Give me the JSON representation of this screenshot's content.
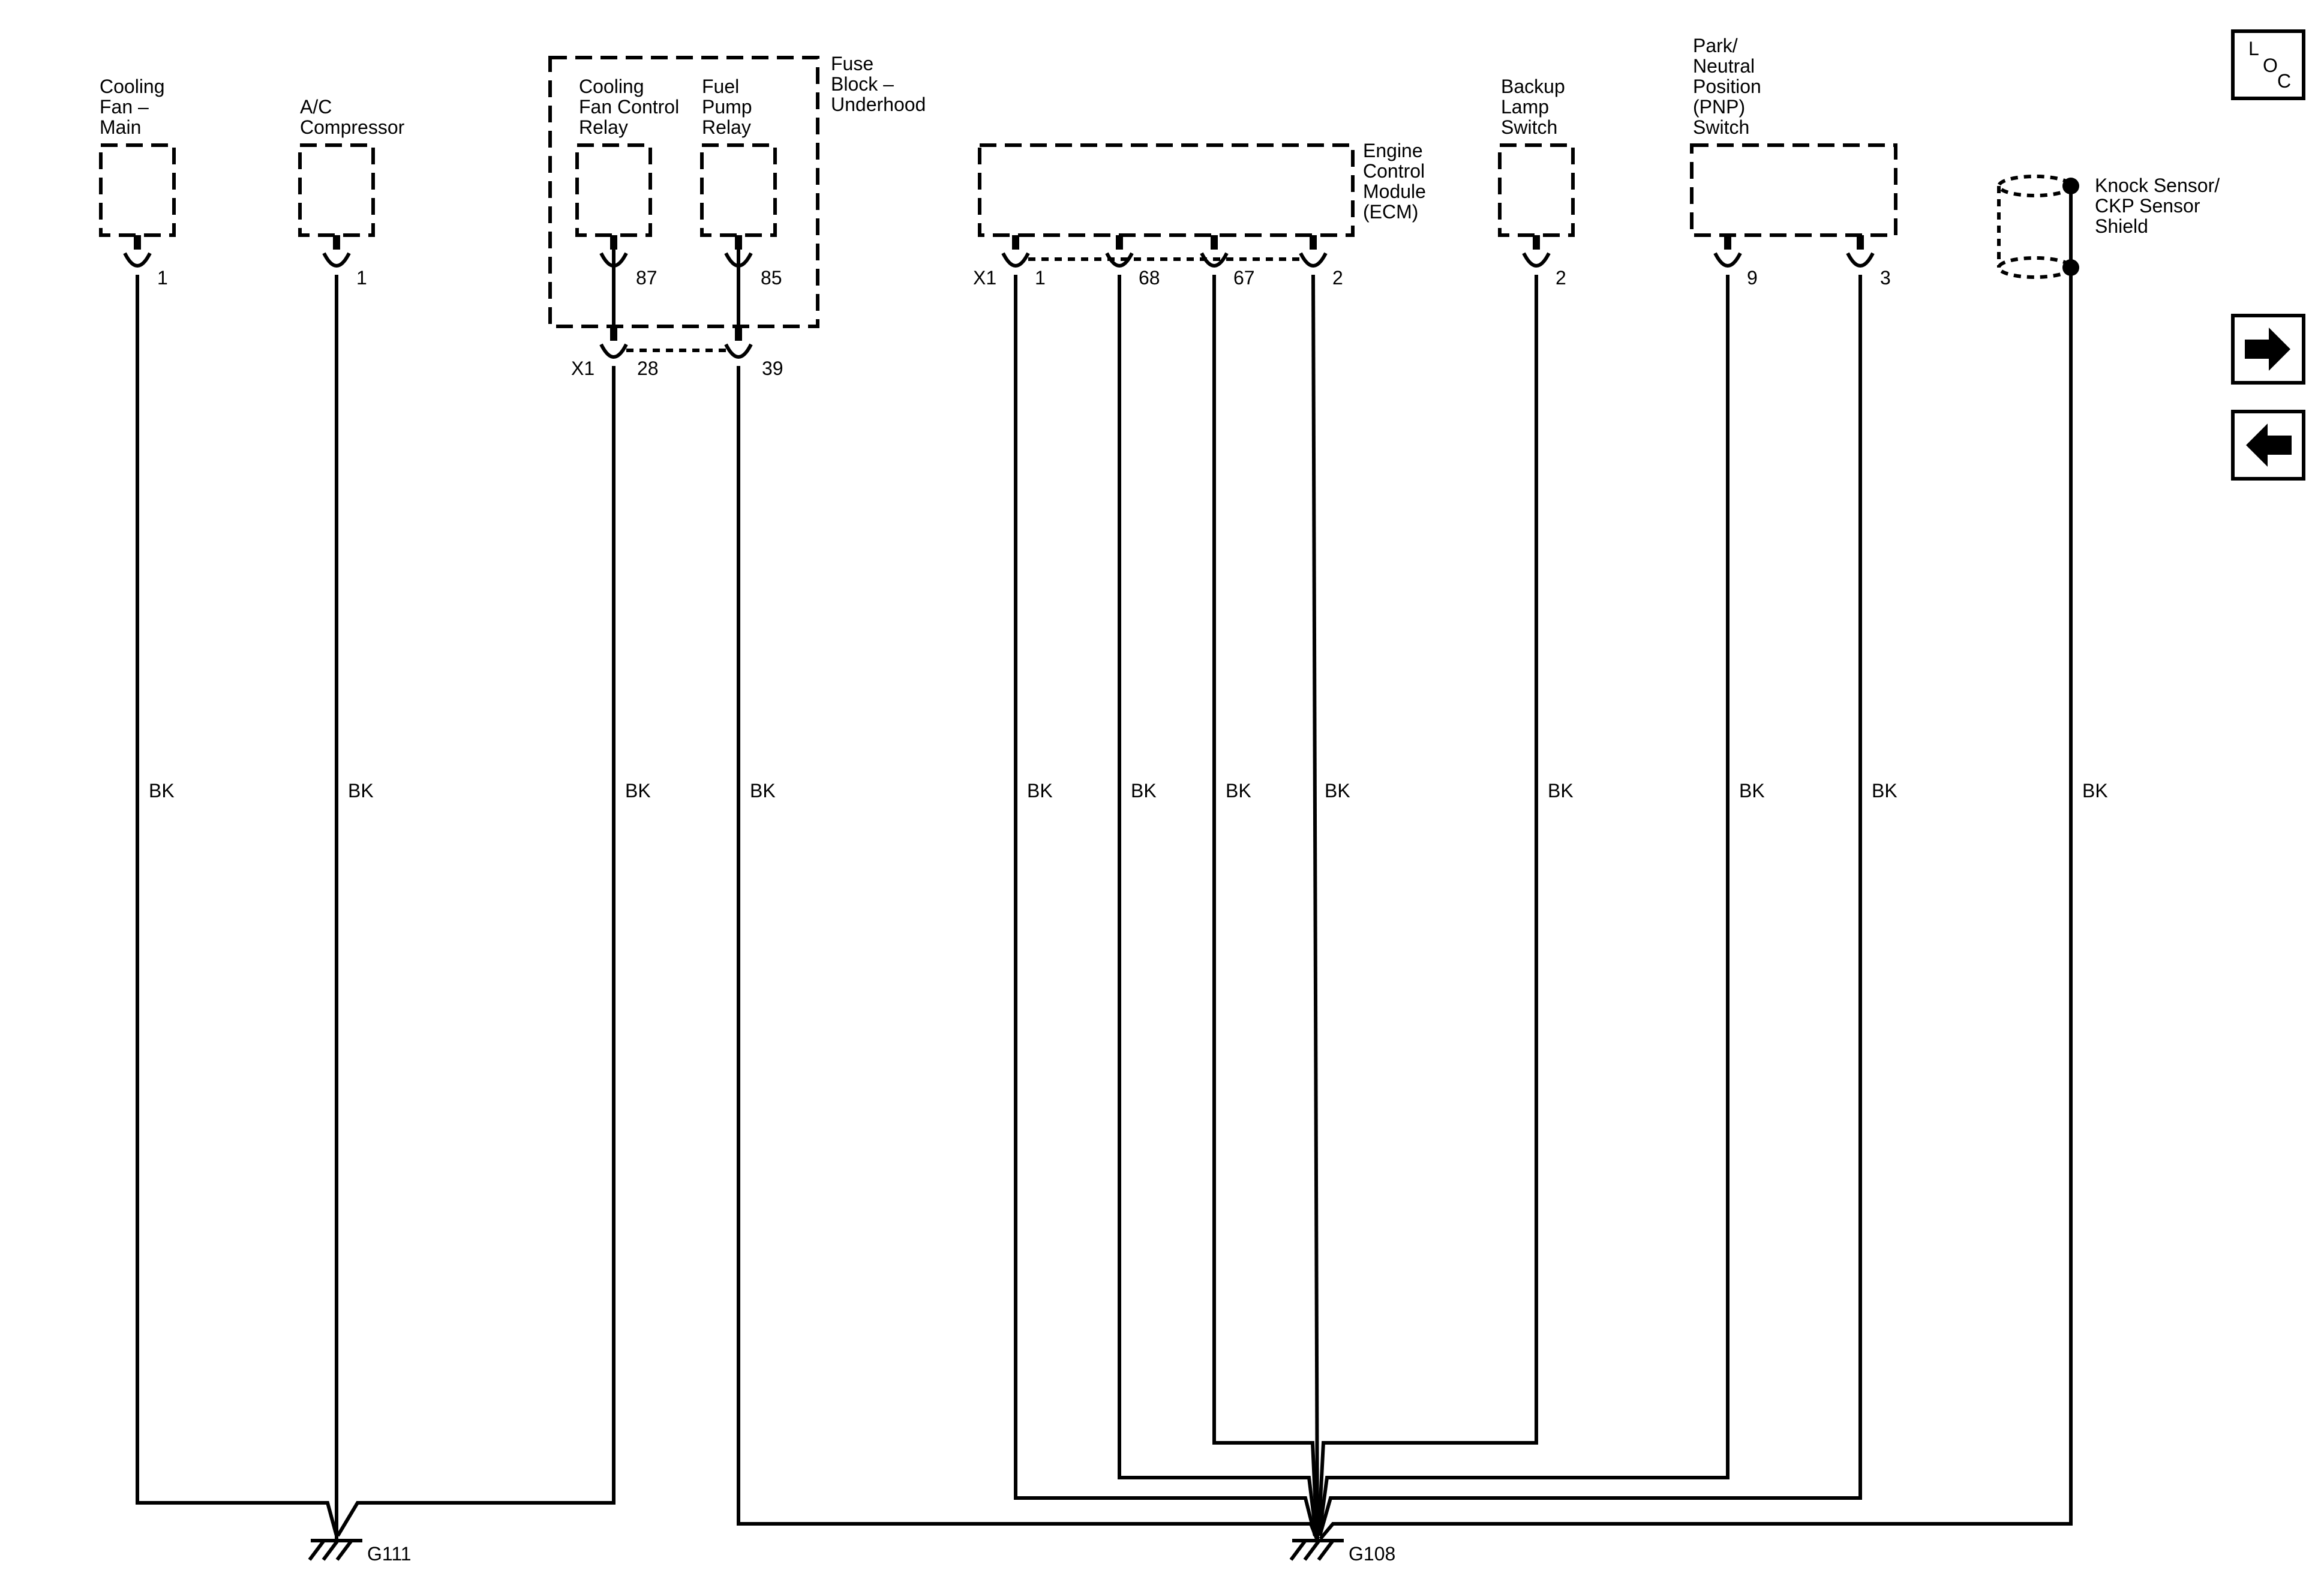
{
  "components": {
    "cooling_fan_main": [
      "Cooling",
      "Fan –",
      "Main"
    ],
    "ac_compressor": [
      "A/C",
      "Compressor"
    ],
    "cooling_fan_control_relay": [
      "Cooling",
      "Fan Control",
      "Relay"
    ],
    "fuel_pump_relay": [
      "Fuel",
      "Pump",
      "Relay"
    ],
    "fuse_block": [
      "Fuse",
      "Block –",
      "Underhood"
    ],
    "ecm": [
      "Engine",
      "Control",
      "Module",
      "(ECM)"
    ],
    "backup_lamp_switch": [
      "Backup",
      "Lamp",
      "Switch"
    ],
    "pnp_switch": [
      "Park/",
      "Neutral",
      "Position",
      "(PNP)",
      "Switch"
    ],
    "knock_sensor_shield": [
      "Knock Sensor/",
      "CKP Sensor",
      "Shield"
    ]
  },
  "pins": {
    "cooling_fan_main": "1",
    "ac_compressor": "1",
    "relay_87": "87",
    "relay_85": "85",
    "fuse_x1_label": "X1",
    "fuse_28": "28",
    "fuse_39": "39",
    "ecm_x1_label": "X1",
    "ecm_1": "1",
    "ecm_68": "68",
    "ecm_67": "67",
    "ecm_2": "2",
    "backup_2": "2",
    "pnp_9": "9",
    "pnp_3": "3"
  },
  "wire_color": "BK",
  "grounds": {
    "left": "G111",
    "right": "G108"
  },
  "nav": {
    "loc": [
      "L",
      "O",
      "C"
    ],
    "next_icon": "arrow-right-icon",
    "prev_icon": "arrow-left-icon"
  }
}
